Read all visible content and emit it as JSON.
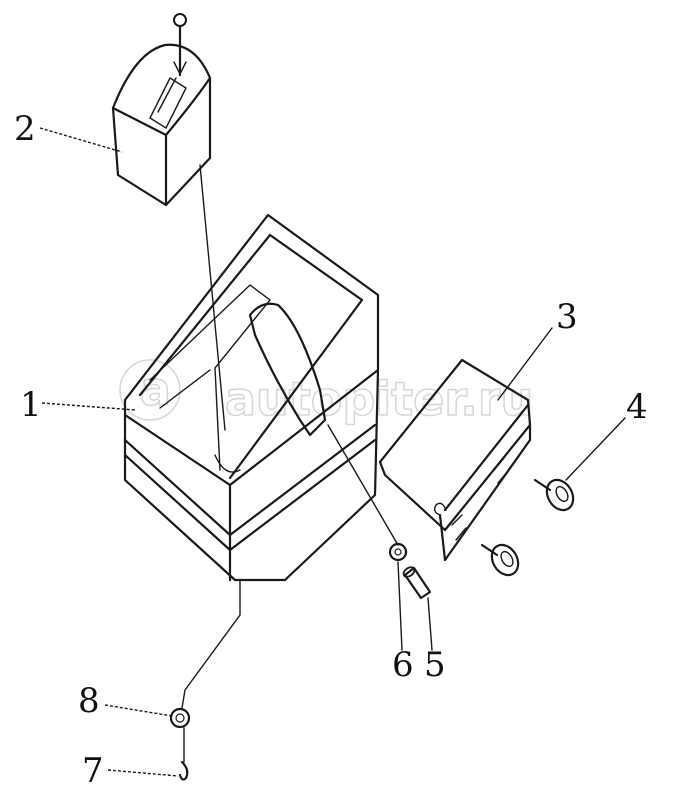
{
  "callouts": [
    {
      "id": "1",
      "label": "1"
    },
    {
      "id": "2",
      "label": "2"
    },
    {
      "id": "3",
      "label": "3"
    },
    {
      "id": "4",
      "label": "4"
    },
    {
      "id": "5",
      "label": "5"
    },
    {
      "id": "6",
      "label": "6"
    },
    {
      "id": "7",
      "label": "7"
    },
    {
      "id": "8",
      "label": "8"
    }
  ],
  "watermark": {
    "text": "autopiter.ru"
  }
}
